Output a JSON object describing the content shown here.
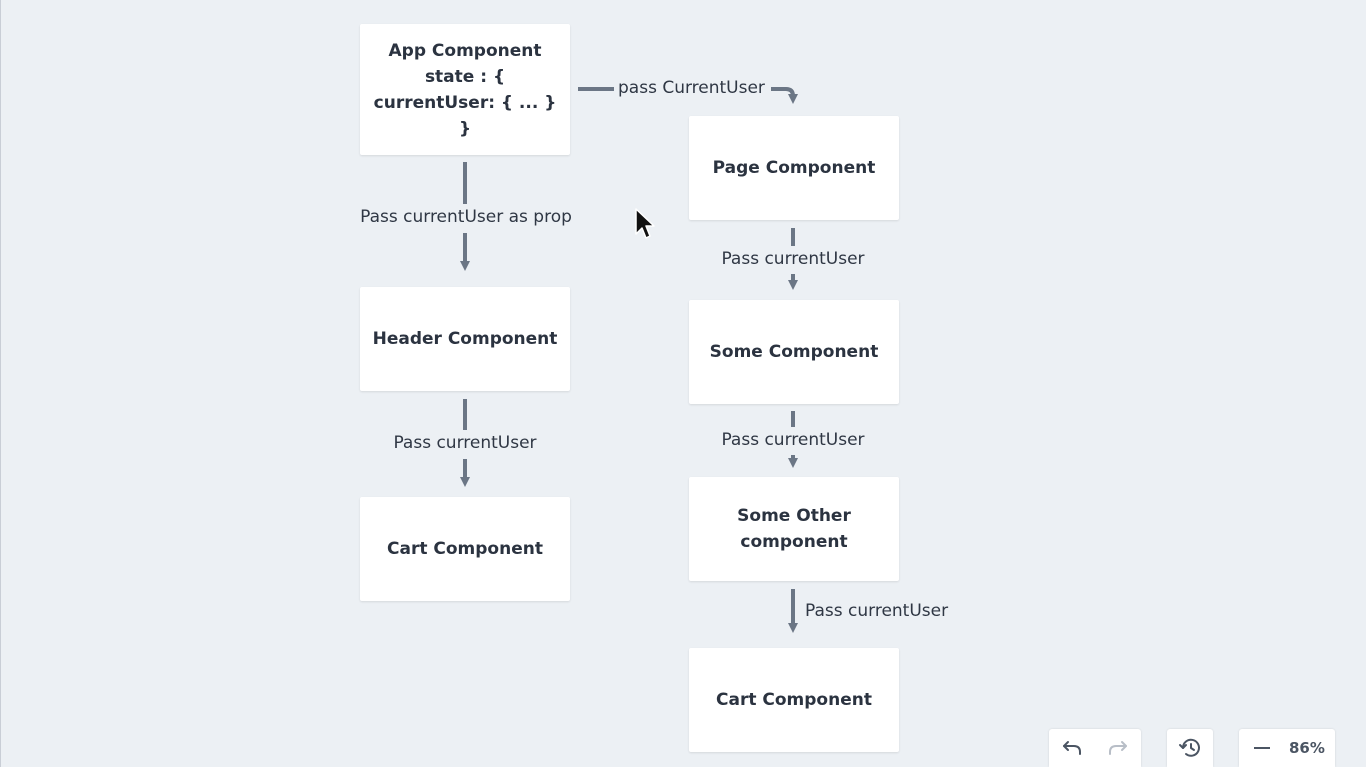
{
  "boxes": {
    "app": {
      "title": "App Component",
      "line2": "state : {",
      "line3": "currentUser: { ... }",
      "line4": "}"
    },
    "header": "Header Component",
    "cart_left": "Cart Component",
    "page": "Page Component",
    "some": "Some Component",
    "some_other_line1": "Some Other",
    "some_other_line2": "component",
    "cart_right": "Cart Component"
  },
  "labels": {
    "pass_current_user_top": "pass CurrentUser",
    "pass_as_prop": "Pass currentUser as prop",
    "pass_left": "Pass currentUser",
    "pass_right_1": "Pass currentUser",
    "pass_right_2": "Pass currentUser",
    "pass_right_3": "Pass currentUser"
  },
  "toolbar": {
    "zoom": "86%",
    "icons": [
      "undo-icon",
      "redo-icon",
      "history-icon",
      "minus-icon"
    ]
  },
  "colors": {
    "background": "#ecf0f4",
    "arrow": "#6b7685",
    "box": "#ffffff"
  }
}
